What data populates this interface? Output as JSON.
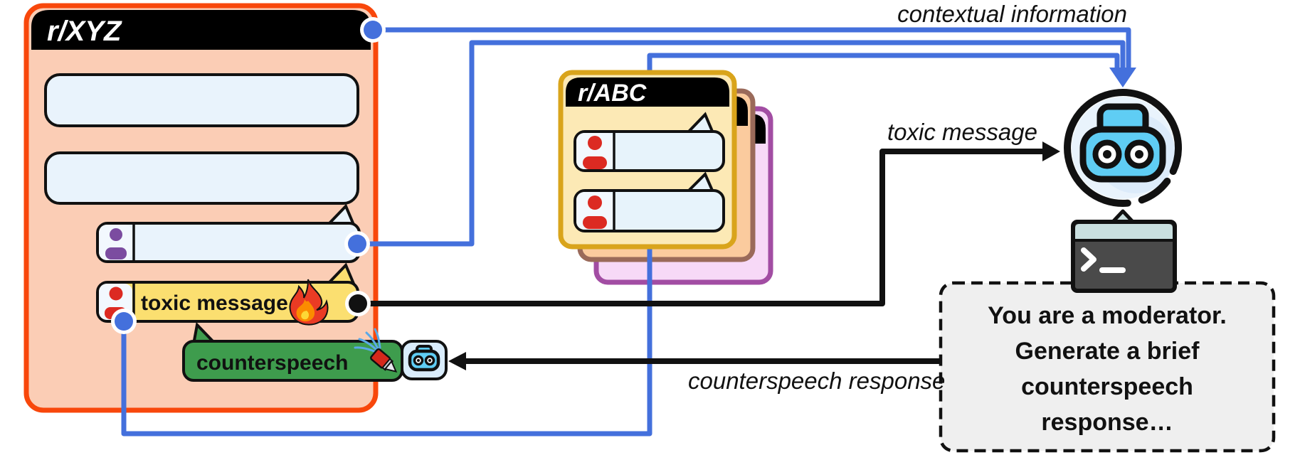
{
  "colors": {
    "blue_line": "#4470DC",
    "ink": "#111111",
    "xyz_border": "#F8470B",
    "xyz_fill": "#FBCDB5",
    "titlebar": "#000000",
    "placeholder_fill": "#E9F3FC",
    "bubble_fill": "#E7F3FB",
    "avatar_fill": "#F2F8FE",
    "toxic_fill": "#FBDF70",
    "green_fill": "#3E9C4D",
    "purple_user": "#7B4CA0",
    "red_user": "#DC2A22",
    "abc_border": "#D9A41B",
    "abc_fill": "#FCE9B5",
    "brown_border": "#9A6A5A",
    "brown_fill": "#FBCB9E",
    "pink_border": "#A24DA3",
    "pink_fill": "#F7D9F7",
    "robot_cyan": "#5FCDF4",
    "robot_bg": "#E9F3FC",
    "chip_fill": "#D9ECFB",
    "terminal_body": "#4A4A4A",
    "terminal_bar": "#C9DFDF",
    "prompt_fill": "#EFEFEF"
  },
  "subreddit_xyz": {
    "title": "r/XYZ",
    "toxic_message": {
      "label": "toxic message"
    },
    "counterspeech": {
      "label": "counterspeech"
    }
  },
  "subreddit_abc": {
    "title": "r/ABC"
  },
  "annotations": {
    "contextual": "contextual information",
    "toxic": "toxic message",
    "counterspeech": "counterspeech response"
  },
  "prompt": {
    "lines": [
      "You are a moderator.",
      "Generate a brief",
      "counterspeech",
      "response…"
    ]
  }
}
